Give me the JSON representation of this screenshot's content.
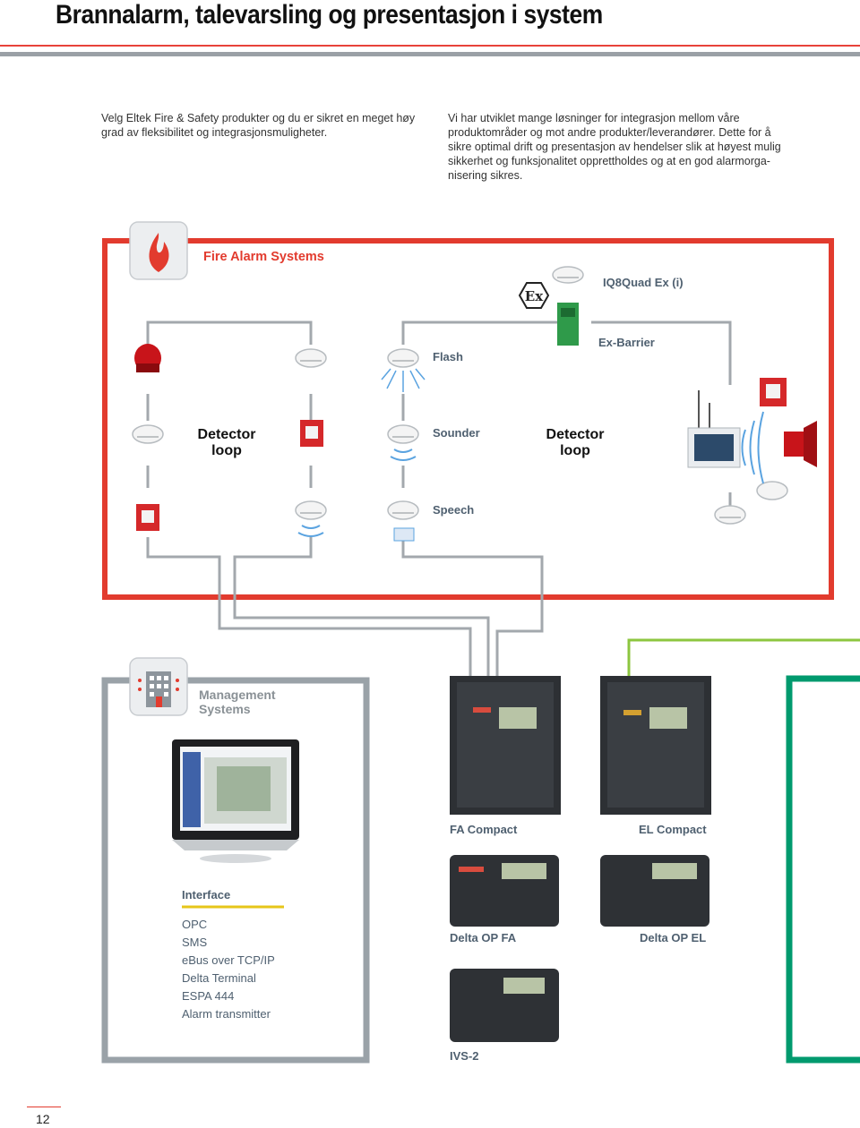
{
  "header": {
    "title": "Brannalarm, talevarsling og presentasjon i system"
  },
  "intro": {
    "left": "Velg Eltek Fire & Safety produkter og du er sikret en meget høy grad av fleksibilitet og integrasjonsmuligheter.",
    "right_lines": [
      "Vi har utviklet mange løsninger for integrasjon mellom våre",
      "produktområder og mot andre produkter/leverandører. Dette for å",
      "sikre optimal drift og presentasjon av hendelser slik at høyest mulig",
      "sikkerhet og funksjonalitet opprettholdes og at en god alarmorga-",
      "nisering sikres."
    ]
  },
  "fire_alarm": {
    "section_title": "Fire Alarm Systems",
    "ex_device": "IQ8Quad Ex (i)",
    "ex_symbol": "Ex",
    "flash": "Flash",
    "ex_barrier": "Ex-Barrier",
    "detector_loop_1": [
      "Detector",
      "loop"
    ],
    "detector_loop_2": [
      "Detector",
      "loop"
    ],
    "sounder": "Sounder",
    "speech": "Speech"
  },
  "management": {
    "section_title": [
      "Management",
      "Systems"
    ],
    "interface_title": "Interface",
    "interface_items": [
      "OPC",
      "SMS",
      "eBus over TCP/IP",
      "Delta Terminal",
      "ESPA 444",
      "Alarm transmitter"
    ]
  },
  "panels": {
    "fa_compact": "FA Compact",
    "el_compact": "EL Compact",
    "delta_op_fa": "Delta OP FA",
    "delta_op_el": "Delta OP EL",
    "ivs2": "IVS-2"
  },
  "colors": {
    "fire_red": "#e23b2e",
    "mgmt_gray": "#9aa2a8",
    "green_light": "#8cc63f",
    "green_dark": "#009a6e",
    "accent_yellow": "#e6c619"
  },
  "footer": {
    "page_number": "12"
  }
}
